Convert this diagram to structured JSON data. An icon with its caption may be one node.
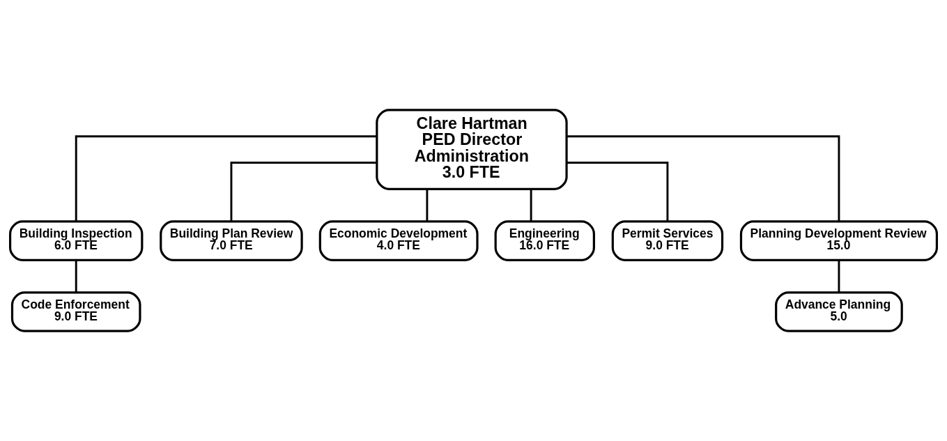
{
  "diagram": {
    "nodes": [
      {
        "text": [
          "Clare Hartman",
          "PED Director",
          "Administration",
          "3.0 FTE"
        ]
      },
      {
        "text": [
          "Building Inspection",
          "6.0 FTE"
        ]
      },
      {
        "text": [
          "Building Plan Review",
          "7.0 FTE"
        ]
      },
      {
        "text": [
          "Economic Development",
          "4.0 FTE"
        ]
      },
      {
        "text": [
          "Engineering",
          "16.0 FTE"
        ]
      },
      {
        "text": [
          "Permit Services",
          "9.0 FTE"
        ]
      },
      {
        "text": [
          "Planning Development Review",
          "15.0"
        ]
      },
      {
        "text": [
          "Code Enforcement",
          "9.0 FTE"
        ]
      },
      {
        "text": [
          "Advance Planning",
          "5.0"
        ]
      }
    ],
    "edges": [
      {
        "from": 0,
        "to": 1,
        "arrow": "none"
      },
      {
        "from": 0,
        "to": 2,
        "arrow": "none"
      },
      {
        "from": 0,
        "to": 3,
        "arrow": "none"
      },
      {
        "from": 0,
        "to": 4,
        "arrow": "none"
      },
      {
        "from": 0,
        "to": 5,
        "arrow": "none"
      },
      {
        "from": 0,
        "to": 6,
        "arrow": "none"
      },
      {
        "from": 1,
        "to": 7,
        "arrow": "none"
      },
      {
        "from": 6,
        "to": 8,
        "arrow": "none"
      }
    ]
  }
}
